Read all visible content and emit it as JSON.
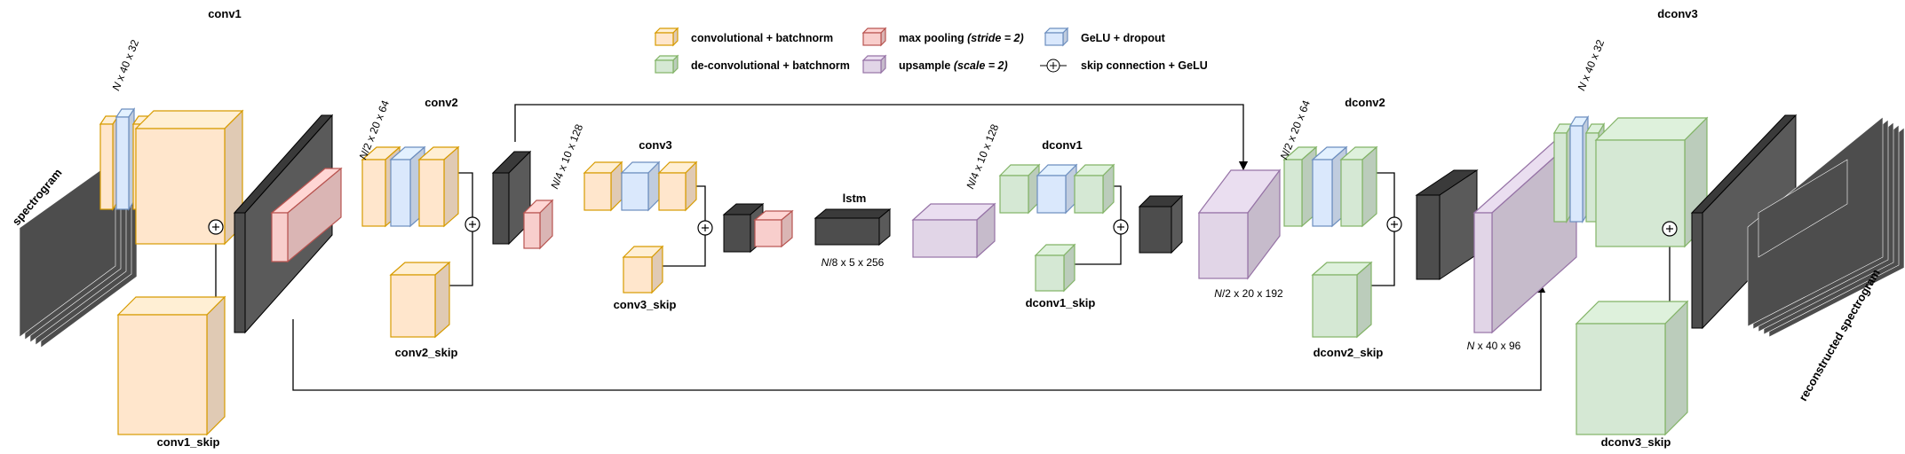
{
  "colors": {
    "conv": "#FFE6CC",
    "conv_stroke": "#D79B00",
    "deconv": "#D5E8D4",
    "deconv_stroke": "#82B366",
    "pool": "#F8CECC",
    "pool_stroke": "#B85450",
    "upsample": "#E1D5E7",
    "upsample_stroke": "#9673A6",
    "gelu": "#DAE8FC",
    "gelu_stroke": "#6C8EBF",
    "dark": "#4D4D4D"
  },
  "legend": [
    {
      "type": "conv",
      "text": "convolutional + batchnorm"
    },
    {
      "type": "pool",
      "text": "max pooling ",
      "italic": "(stride = 2)"
    },
    {
      "type": "gelu",
      "text": "GeLU + dropout"
    },
    {
      "type": "deconv",
      "text": "de-convolutional + batchnorm"
    },
    {
      "type": "upsample",
      "text": "upsample ",
      "italic": "(scale = 2)"
    },
    {
      "type": "skip",
      "text": "skip connection + GeLU"
    }
  ],
  "labels": {
    "spectrogram": "spectrogram",
    "reconstructed": "reconstructed spectrogram",
    "conv1": "conv1",
    "conv1_skip": "conv1_skip",
    "conv2": "conv2",
    "conv2_skip": "conv2_skip",
    "conv3": "conv3",
    "conv3_skip": "conv3_skip",
    "lstm": "lstm",
    "dconv1": "dconv1",
    "dconv1_skip": "dconv1_skip",
    "dconv2": "dconv2",
    "dconv2_skip": "dconv2_skip",
    "dconv3": "dconv3",
    "dconv3_skip": "dconv3_skip",
    "skip_symbol": "+"
  },
  "dims": {
    "conv1": {
      "n": "N",
      "rest": " x 40 x 32"
    },
    "conv2": {
      "n": "N",
      "rest": "/2 x 20 x 64"
    },
    "conv3": {
      "n": "N",
      "rest": "/4 x 10 x 128"
    },
    "lstm": {
      "n": "N",
      "rest": "/8 x 5 x 256"
    },
    "dconv1": {
      "n": "N",
      "rest": "/4 x 10 x 128"
    },
    "up1": {
      "n": "N",
      "rest": "/2 x 20 x 192"
    },
    "dconv2": {
      "n": "N",
      "rest": "/2 x 20 x 64"
    },
    "up2": {
      "n": "N",
      "rest": " x 40 x 96"
    },
    "dconv3": {
      "n": "N",
      "rest": " x 40 x 32"
    }
  }
}
